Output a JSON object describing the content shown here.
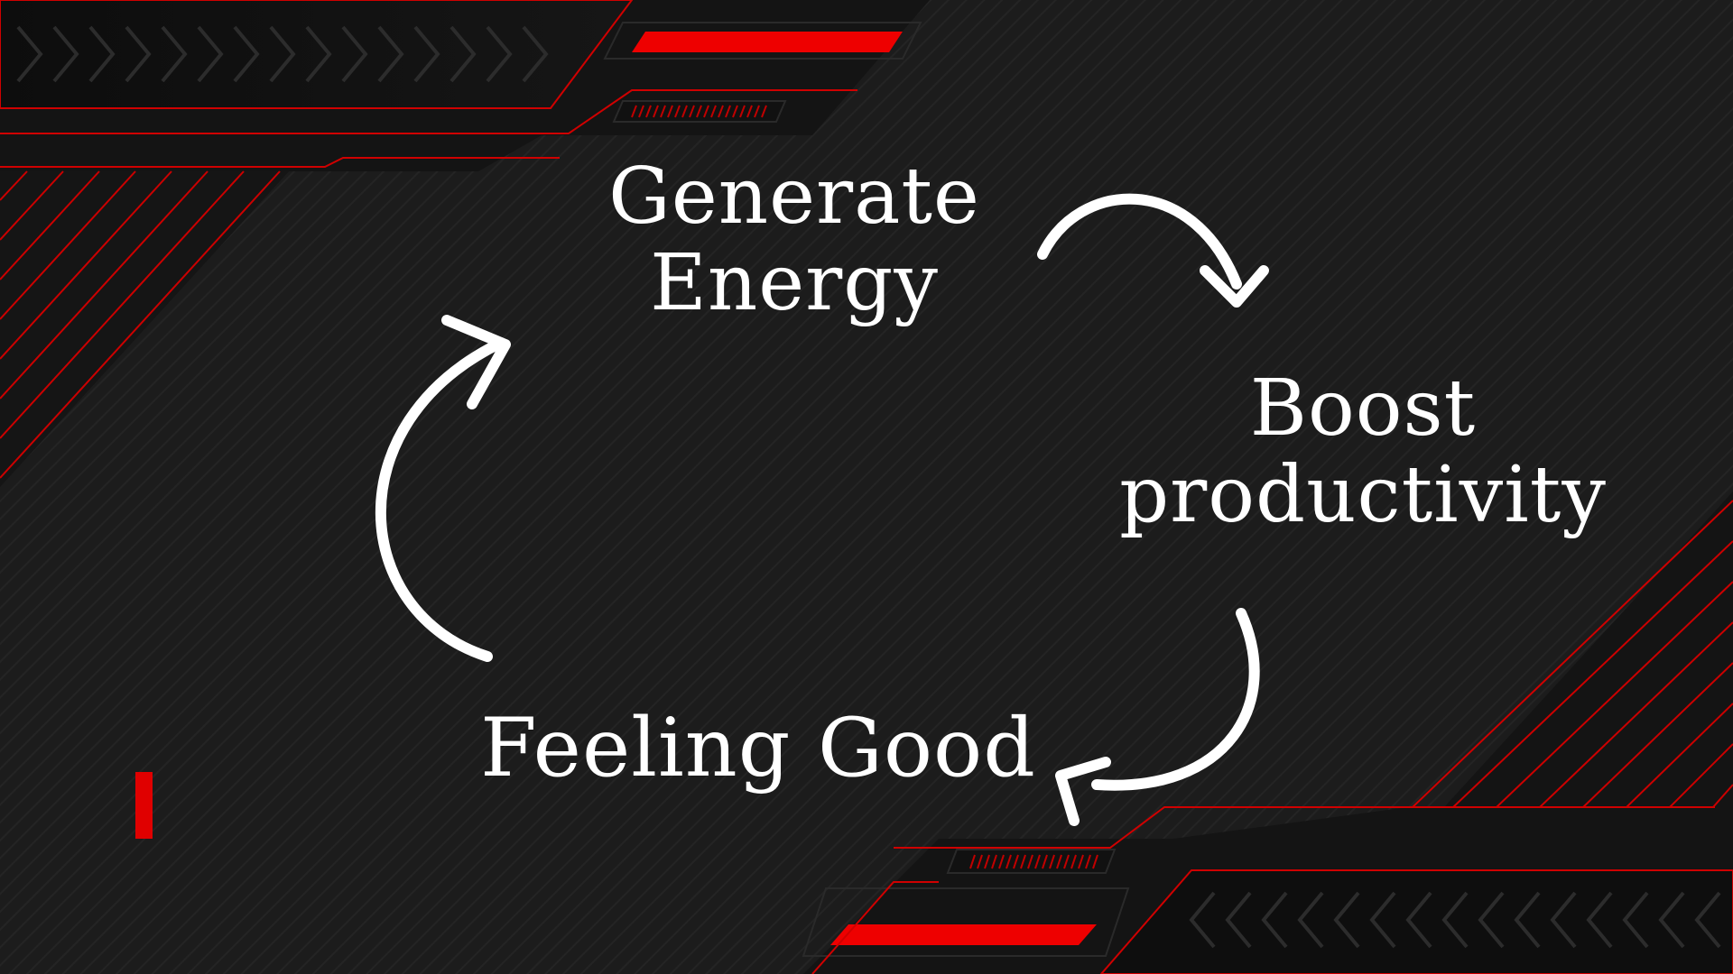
{
  "diagram": {
    "nodes": [
      {
        "id": "generate",
        "lines": [
          "Generate",
          "Energy"
        ]
      },
      {
        "id": "boost",
        "lines": [
          "Boost",
          "productivity"
        ]
      },
      {
        "id": "feeling",
        "lines": [
          "Feeling Good"
        ]
      }
    ],
    "edges": [
      {
        "from": "generate",
        "to": "boost"
      },
      {
        "from": "boost",
        "to": "feeling"
      },
      {
        "from": "feeling",
        "to": "generate"
      }
    ]
  },
  "colors": {
    "background": "#1c1c1c",
    "accent": "#e00000",
    "panel": "#0f0f0f",
    "text": "#ffffff"
  }
}
